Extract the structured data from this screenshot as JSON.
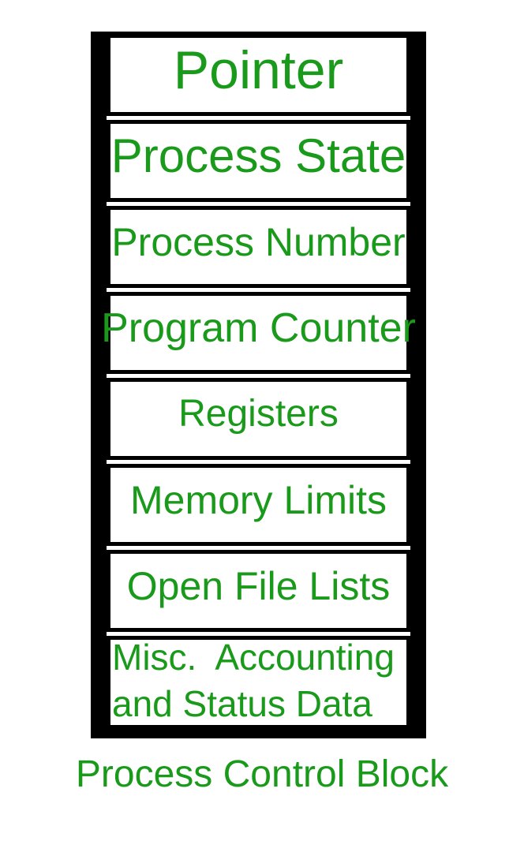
{
  "diagram": {
    "caption": "Process Control Block",
    "cells": [
      {
        "label": "Pointer"
      },
      {
        "label": "Process State"
      },
      {
        "label": "Process Number"
      },
      {
        "label": "Program Counter"
      },
      {
        "label": "Registers"
      },
      {
        "label": "Memory Limits"
      },
      {
        "label": "Open File Lists"
      },
      {
        "label": "Misc.  Accounting\nand Status Data"
      }
    ],
    "colors": {
      "text_green": "#1a9a1a",
      "border_black": "#000000",
      "background": "#ffffff"
    }
  }
}
